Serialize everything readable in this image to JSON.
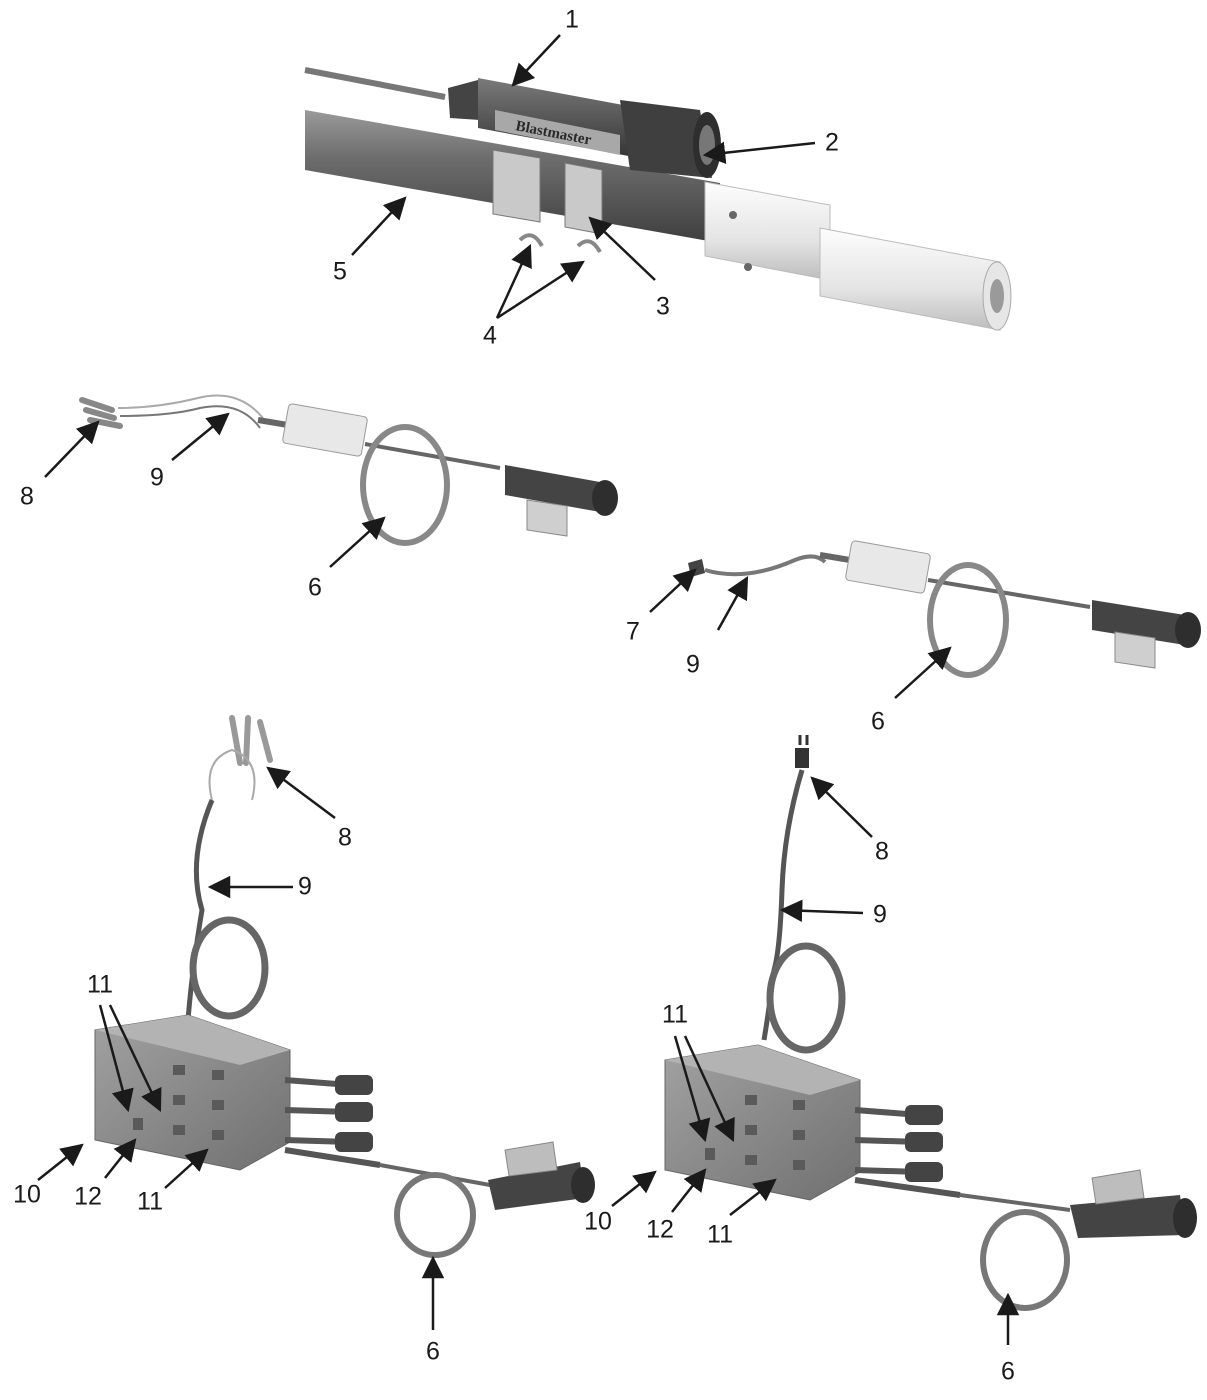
{
  "brand_text": "Blastmaster",
  "callouts": {
    "c1": "1",
    "c2": "2",
    "c3": "3",
    "c4": "4",
    "c5": "5",
    "top_left_8": "8",
    "top_left_9": "9",
    "top_left_6": "6",
    "top_right_7": "7",
    "top_right_9": "9",
    "top_right_6": "6",
    "bl_8": "8",
    "bl_9": "9",
    "bl_11a": "11",
    "bl_10": "10",
    "bl_12": "12",
    "bl_11b": "11",
    "bl_6": "6",
    "br_8": "8",
    "br_9": "9",
    "br_11a": "11",
    "br_10": "10",
    "br_12": "12",
    "br_11b": "11",
    "br_6": "6"
  },
  "colors": {
    "tube_dark": "#5a5a5a",
    "tube_mid": "#8a8a8a",
    "white_part": "#f0f0f0",
    "box": "#8c8c8c",
    "ink": "#1a1a1a"
  }
}
